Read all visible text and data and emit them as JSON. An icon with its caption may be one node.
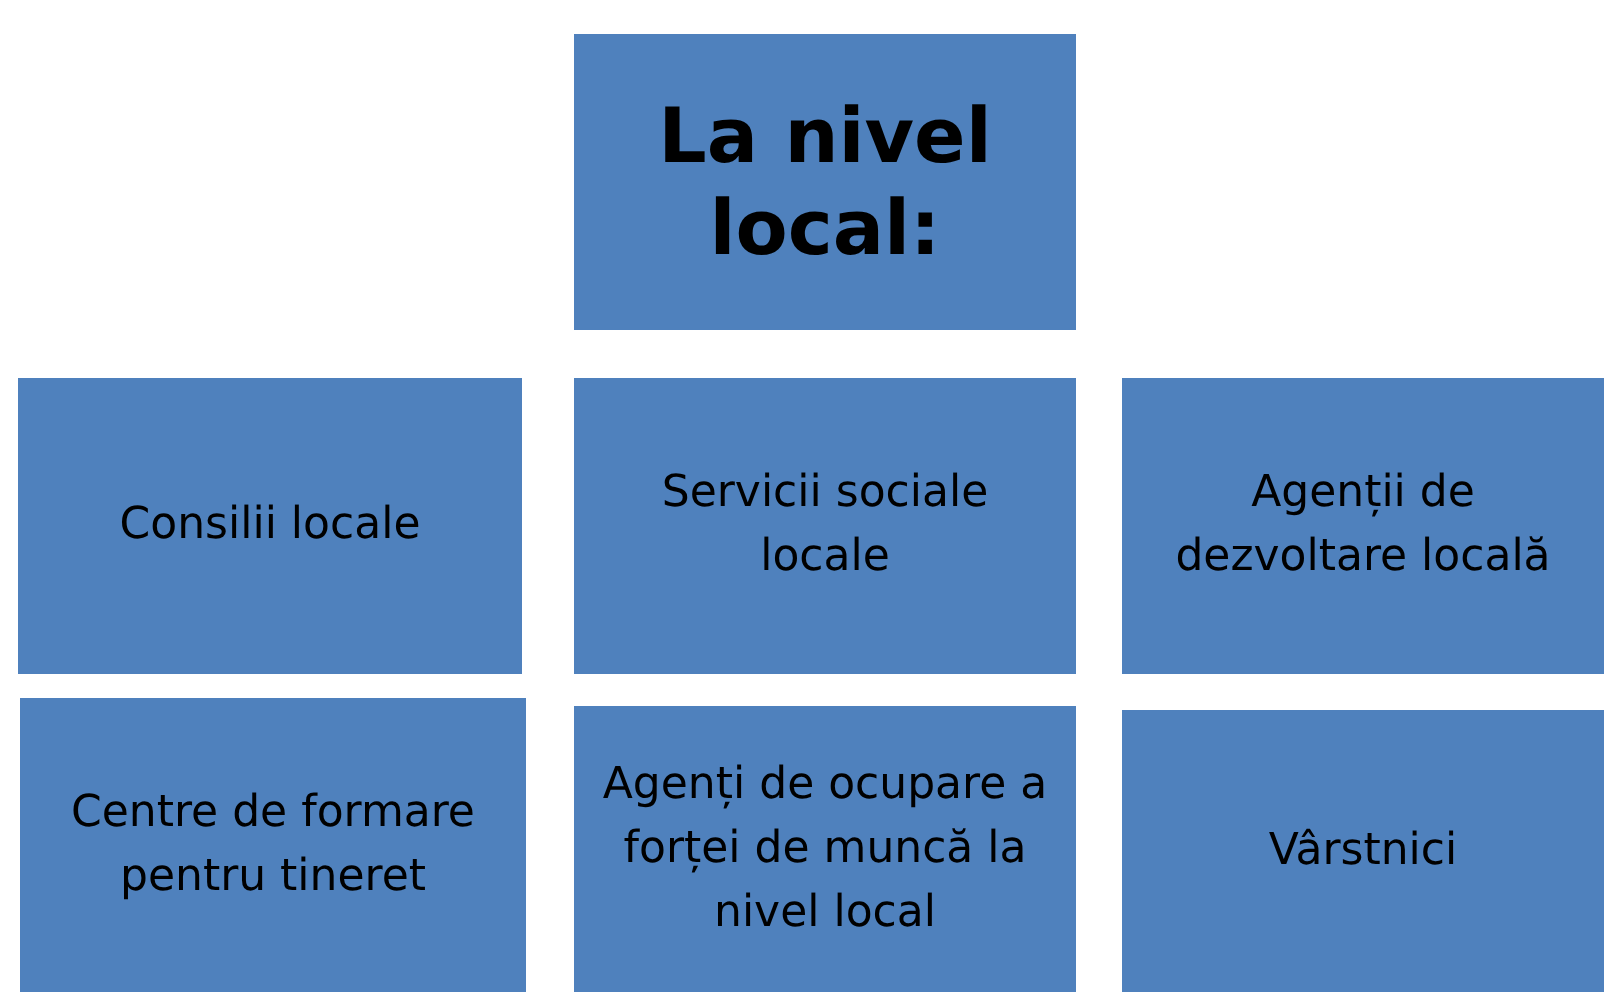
{
  "diagram": {
    "nodes": [
      {
        "text": [
          "La nivel local:"
        ]
      },
      {
        "text": [
          "Consilii locale"
        ]
      },
      {
        "text": [
          "Servicii sociale locale"
        ]
      },
      {
        "text": [
          "Agenții de dezvoltare locală"
        ]
      },
      {
        "text": [
          "Centre de formare pentru tineret"
        ]
      },
      {
        "text": [
          "Agenți de ocupare a forței de muncă la nivel local"
        ]
      },
      {
        "text": [
          "Vârstnici"
        ]
      }
    ]
  }
}
